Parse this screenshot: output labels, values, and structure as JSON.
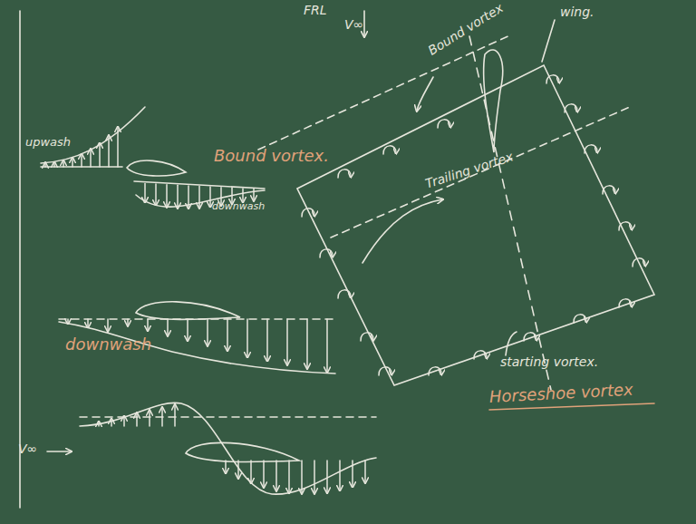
{
  "diagram": {
    "labels": [
      "FRL",
      "V∞",
      "wing.",
      "upwash",
      "Bound vortex.",
      "Bound vortex",
      "downwash",
      "Trailing vortex",
      "downwash",
      "V∞",
      "starting vortex.",
      "Horseshoe vortex"
    ]
  }
}
